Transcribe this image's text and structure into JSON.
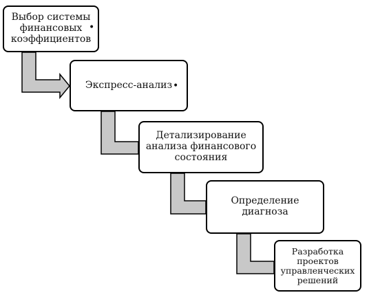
{
  "steps": [
    {
      "text": "Выбор системы\nфинансовых\nкоэффициентов"
    },
    {
      "text": "Экспресс-анализ"
    },
    {
      "text": "Детализирование\nанализа финансового\nсостояния"
    },
    {
      "text": "Определение\nдиагноза"
    },
    {
      "text": "Разработка\nпроектов\nуправленческих\nрешений"
    }
  ],
  "colors": {
    "arrow_fill": "#c8c8c8",
    "arrow_stroke": "#000000",
    "box_border": "#000000"
  }
}
